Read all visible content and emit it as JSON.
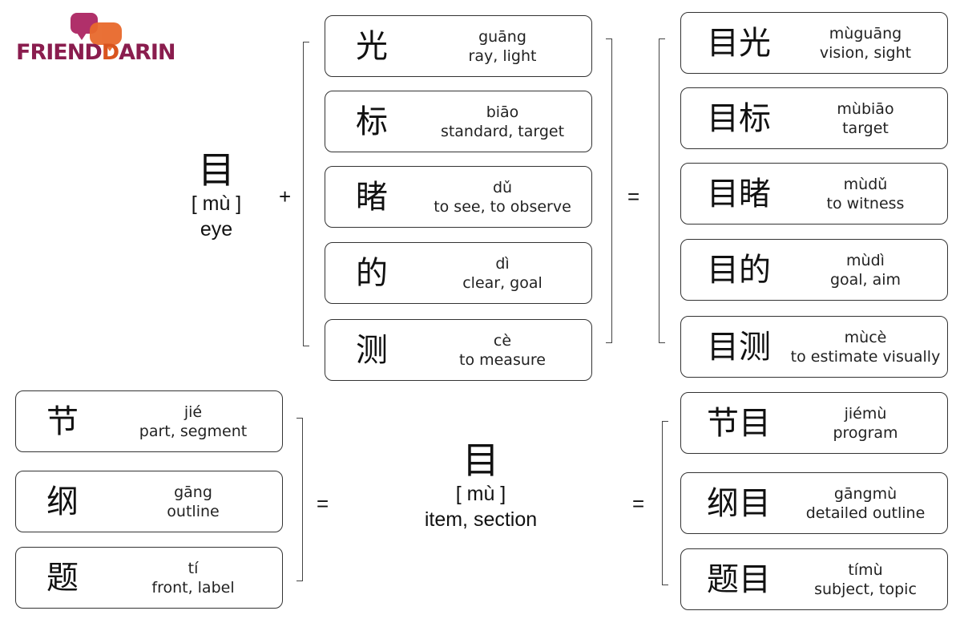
{
  "logo": {
    "text_main": "FRIEND",
    "text_accent": "ARIN",
    "text_d": "D"
  },
  "top": {
    "base": {
      "hanzi": "目",
      "pinyin": "[ mù ]",
      "meaning": "eye"
    },
    "plus": "+",
    "equals": "=",
    "components": [
      {
        "hanzi": "光",
        "pinyin": "guāng",
        "meaning": "ray, light"
      },
      {
        "hanzi": "标",
        "pinyin": "biāo",
        "meaning": "standard, target"
      },
      {
        "hanzi": "睹",
        "pinyin": "dǔ",
        "meaning": "to see, to observe"
      },
      {
        "hanzi": "的",
        "pinyin": "dì",
        "meaning": "clear, goal"
      },
      {
        "hanzi": "测",
        "pinyin": "cè",
        "meaning": "to measure"
      }
    ],
    "results": [
      {
        "hanzi": "目光",
        "pinyin": "mùguāng",
        "meaning": "vision, sight"
      },
      {
        "hanzi": "目标",
        "pinyin": "mùbiāo",
        "meaning": "target"
      },
      {
        "hanzi": "目睹",
        "pinyin": "mùdǔ",
        "meaning": "to witness"
      },
      {
        "hanzi": "目的",
        "pinyin": "mùdì",
        "meaning": "goal, aim"
      },
      {
        "hanzi": "目测",
        "pinyin": "mùcè",
        "meaning": "to estimate visually"
      }
    ]
  },
  "bottom": {
    "base": {
      "hanzi": "目",
      "pinyin": "[ mù ]",
      "meaning": "item, section"
    },
    "equals_left": "=",
    "equals_right": "=",
    "components": [
      {
        "hanzi": "节",
        "pinyin": "jié",
        "meaning": "part, segment"
      },
      {
        "hanzi": "纲",
        "pinyin": "gāng",
        "meaning": "outline"
      },
      {
        "hanzi": "题",
        "pinyin": "tí",
        "meaning": "front, label"
      }
    ],
    "results": [
      {
        "hanzi": "节目",
        "pinyin": "jiémù",
        "meaning": "program"
      },
      {
        "hanzi": "纲目",
        "pinyin": "gāngmù",
        "meaning": "detailed outline"
      },
      {
        "hanzi": "题目",
        "pinyin": "tímù",
        "meaning": "subject, topic"
      }
    ]
  }
}
